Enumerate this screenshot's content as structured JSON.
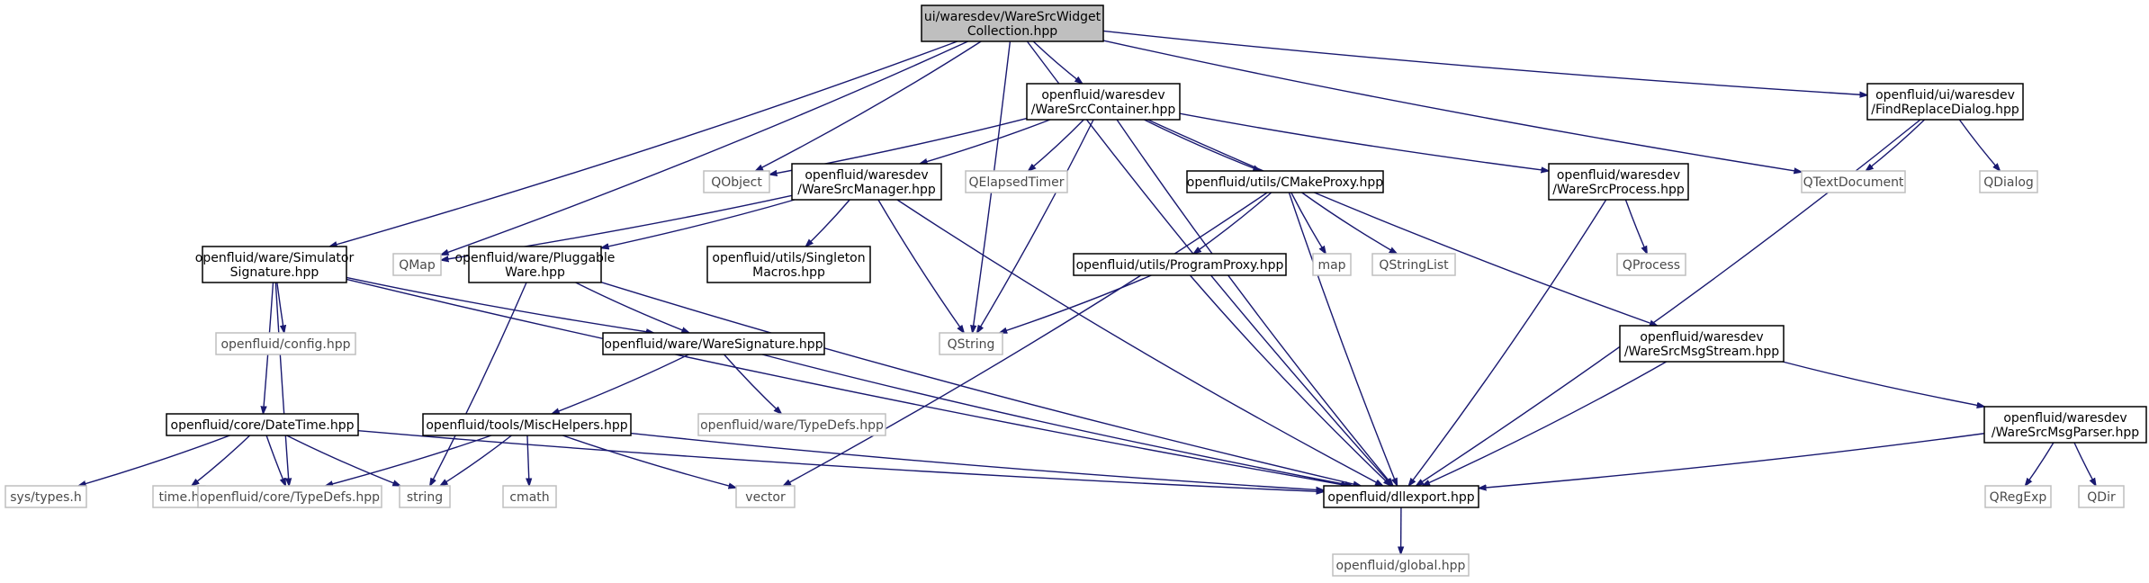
{
  "diagram": {
    "type": "include-dependency-graph",
    "nodes": {
      "root": [
        "ui/waresdev/WareSrcWidget",
        "Collection.hpp"
      ],
      "container": [
        "openfluid/waresdev",
        "/WareSrcContainer.hpp"
      ],
      "findreplace": [
        "openfluid/ui/waresdev",
        "/FindReplaceDialog.hpp"
      ],
      "simsig": [
        "openfluid/ware/Simulator",
        "Signature.hpp"
      ],
      "qmap": [
        "QMap"
      ],
      "qobject": [
        "QObject"
      ],
      "qtextdocument": [
        "QTextDocument"
      ],
      "qdialog": [
        "QDialog"
      ],
      "manager": [
        "openfluid/waresdev",
        "/WareSrcManager.hpp"
      ],
      "qelapsedtimer": [
        "QElapsedTimer"
      ],
      "cmakeproxy": [
        "openfluid/utils/CMakeProxy.hpp"
      ],
      "process": [
        "openfluid/waresdev",
        "/WareSrcProcess.hpp"
      ],
      "pluggable": [
        "openfluid/ware/Pluggable",
        "Ware.hpp"
      ],
      "singleton": [
        "openfluid/utils/Singleton",
        "Macros.hpp"
      ],
      "programproxy": [
        "openfluid/utils/ProgramProxy.hpp"
      ],
      "map": [
        "map"
      ],
      "qstringlist": [
        "QStringList"
      ],
      "qprocess": [
        "QProcess"
      ],
      "config": [
        "openfluid/config.hpp"
      ],
      "qstring": [
        "QString"
      ],
      "waresig": [
        "openfluid/ware/WareSignature.hpp"
      ],
      "msgstream": [
        "openfluid/waresdev",
        "/WareSrcMsgStream.hpp"
      ],
      "datetime": [
        "openfluid/core/DateTime.hpp"
      ],
      "mischelpers": [
        "openfluid/tools/MiscHelpers.hpp"
      ],
      "waretypedefs": [
        "openfluid/ware/TypeDefs.hpp"
      ],
      "msgparser": [
        "openfluid/waresdev",
        "/WareSrcMsgParser.hpp"
      ],
      "systypes": [
        "sys/types.h"
      ],
      "timeh": [
        "time.h"
      ],
      "coretypedefs": [
        "openfluid/core/TypeDefs.hpp"
      ],
      "string": [
        "string"
      ],
      "cmath": [
        "cmath"
      ],
      "vector": [
        "vector"
      ],
      "dllexport": [
        "openfluid/dllexport.hpp"
      ],
      "qregexp": [
        "QRegExp"
      ],
      "qdir": [
        "QDir"
      ],
      "global": [
        "openfluid/global.hpp"
      ]
    },
    "edges": [
      [
        "root",
        "container"
      ],
      [
        "root",
        "findreplace"
      ],
      [
        "root",
        "simsig"
      ],
      [
        "root",
        "qmap"
      ],
      [
        "root",
        "qobject"
      ],
      [
        "root",
        "qstring"
      ],
      [
        "root",
        "qtextdocument"
      ],
      [
        "root",
        "dllexport"
      ],
      [
        "container",
        "qobject"
      ],
      [
        "container",
        "manager"
      ],
      [
        "container",
        "qelapsedtimer"
      ],
      [
        "container",
        "qstring"
      ],
      [
        "container",
        "cmakeproxy"
      ],
      [
        "container",
        "process"
      ],
      [
        "container",
        "msgstream"
      ],
      [
        "container",
        "dllexport"
      ],
      [
        "findreplace",
        "qtextdocument"
      ],
      [
        "findreplace",
        "qdialog"
      ],
      [
        "findreplace",
        "dllexport"
      ],
      [
        "manager",
        "qmap"
      ],
      [
        "manager",
        "pluggable"
      ],
      [
        "manager",
        "singleton"
      ],
      [
        "manager",
        "qstring"
      ],
      [
        "manager",
        "dllexport"
      ],
      [
        "cmakeproxy",
        "programproxy"
      ],
      [
        "cmakeproxy",
        "map"
      ],
      [
        "cmakeproxy",
        "qstringlist"
      ],
      [
        "cmakeproxy",
        "vector"
      ],
      [
        "cmakeproxy",
        "dllexport"
      ],
      [
        "process",
        "qprocess"
      ],
      [
        "process",
        "dllexport"
      ],
      [
        "simsig",
        "config"
      ],
      [
        "simsig",
        "waresig"
      ],
      [
        "simsig",
        "datetime"
      ],
      [
        "simsig",
        "coretypedefs"
      ],
      [
        "simsig",
        "dllexport"
      ],
      [
        "pluggable",
        "waresig"
      ],
      [
        "pluggable",
        "string"
      ],
      [
        "pluggable",
        "dllexport"
      ],
      [
        "programproxy",
        "qstring"
      ],
      [
        "programproxy",
        "dllexport"
      ],
      [
        "waresig",
        "mischelpers"
      ],
      [
        "waresig",
        "waretypedefs"
      ],
      [
        "waresig",
        "dllexport"
      ],
      [
        "msgstream",
        "msgparser"
      ],
      [
        "msgstream",
        "dllexport"
      ],
      [
        "datetime",
        "systypes"
      ],
      [
        "datetime",
        "timeh"
      ],
      [
        "datetime",
        "coretypedefs"
      ],
      [
        "datetime",
        "string"
      ],
      [
        "datetime",
        "dllexport"
      ],
      [
        "mischelpers",
        "coretypedefs"
      ],
      [
        "mischelpers",
        "string"
      ],
      [
        "mischelpers",
        "cmath"
      ],
      [
        "mischelpers",
        "vector"
      ],
      [
        "mischelpers",
        "dllexport"
      ],
      [
        "msgparser",
        "qregexp"
      ],
      [
        "msgparser",
        "qdir"
      ],
      [
        "msgparser",
        "dllexport"
      ],
      [
        "dllexport",
        "global"
      ]
    ]
  }
}
